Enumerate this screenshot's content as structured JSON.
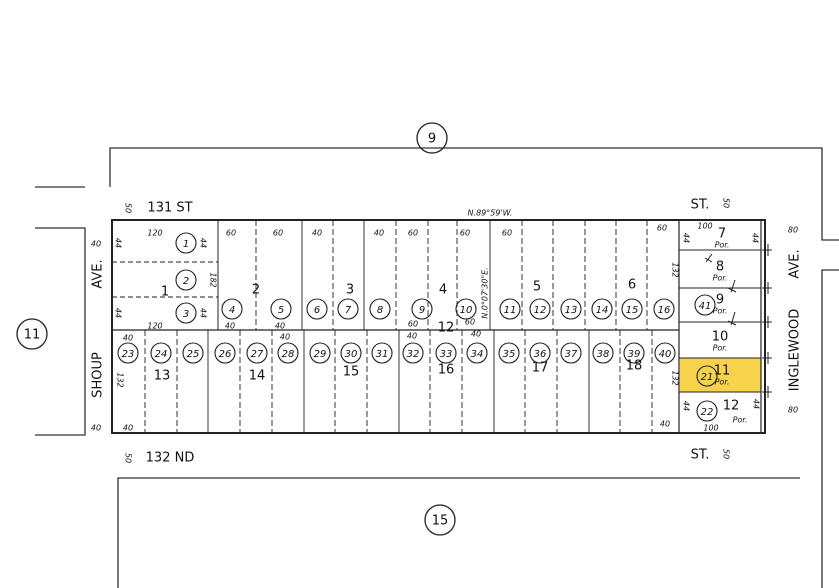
{
  "adjacent_blocks": [
    "9",
    "11",
    "15"
  ],
  "streets": {
    "north": {
      "name": "131 ST",
      "suffix": "ST.",
      "width": "50"
    },
    "south": {
      "name": "132 ND",
      "suffix": "ST.",
      "width": "50"
    },
    "west": {
      "name": "SHOUP",
      "suffix": "AVE.",
      "width_top": "40",
      "width_bottom": "40"
    },
    "east": {
      "name": "INGLEWOOD",
      "suffix": "AVE.",
      "width_top": "80",
      "width_bottom": "80"
    }
  },
  "bearings": {
    "north_line": "N.89°59'W.",
    "center_line": "N.0°07'30\"E."
  },
  "tract_block": "12",
  "lots": [
    "1",
    "2",
    "3",
    "4",
    "5",
    "6",
    "13",
    "14",
    "15",
    "16",
    "17",
    "18"
  ],
  "parcels_top": [
    "1",
    "2",
    "3",
    "4",
    "5",
    "6",
    "7",
    "8",
    "9",
    "10",
    "11",
    "12",
    "13",
    "14",
    "15",
    "16"
  ],
  "parcels_bottom": [
    "23",
    "24",
    "25",
    "26",
    "27",
    "28",
    "29",
    "30",
    "31",
    "32",
    "33",
    "34",
    "35",
    "36",
    "37",
    "38",
    "39",
    "40"
  ],
  "parcel_41": "41",
  "parcel_21": "21",
  "parcel_22": "22",
  "east_lots": [
    {
      "lot": "7",
      "note": "Por."
    },
    {
      "lot": "8",
      "note": "Por."
    },
    {
      "lot": "9",
      "note": "Por."
    },
    {
      "lot": "10",
      "note": "Por."
    },
    {
      "lot": "11",
      "note": "Por."
    },
    {
      "lot": "12",
      "note": "Por."
    }
  ],
  "highlighted_parcel": {
    "parcel": "21",
    "lot": "11",
    "color": "#f7d24a"
  },
  "dimensions": [
    "120",
    "44",
    "44",
    "120",
    "44",
    "44",
    "182",
    "60",
    "60",
    "40",
    "40",
    "60",
    "60",
    "40",
    "40",
    "60",
    "60",
    "60",
    "60",
    "40",
    "40",
    "40",
    "40",
    "40",
    "132",
    "40",
    "132",
    "132",
    "100",
    "100",
    "44",
    "44",
    "44",
    "44"
  ]
}
